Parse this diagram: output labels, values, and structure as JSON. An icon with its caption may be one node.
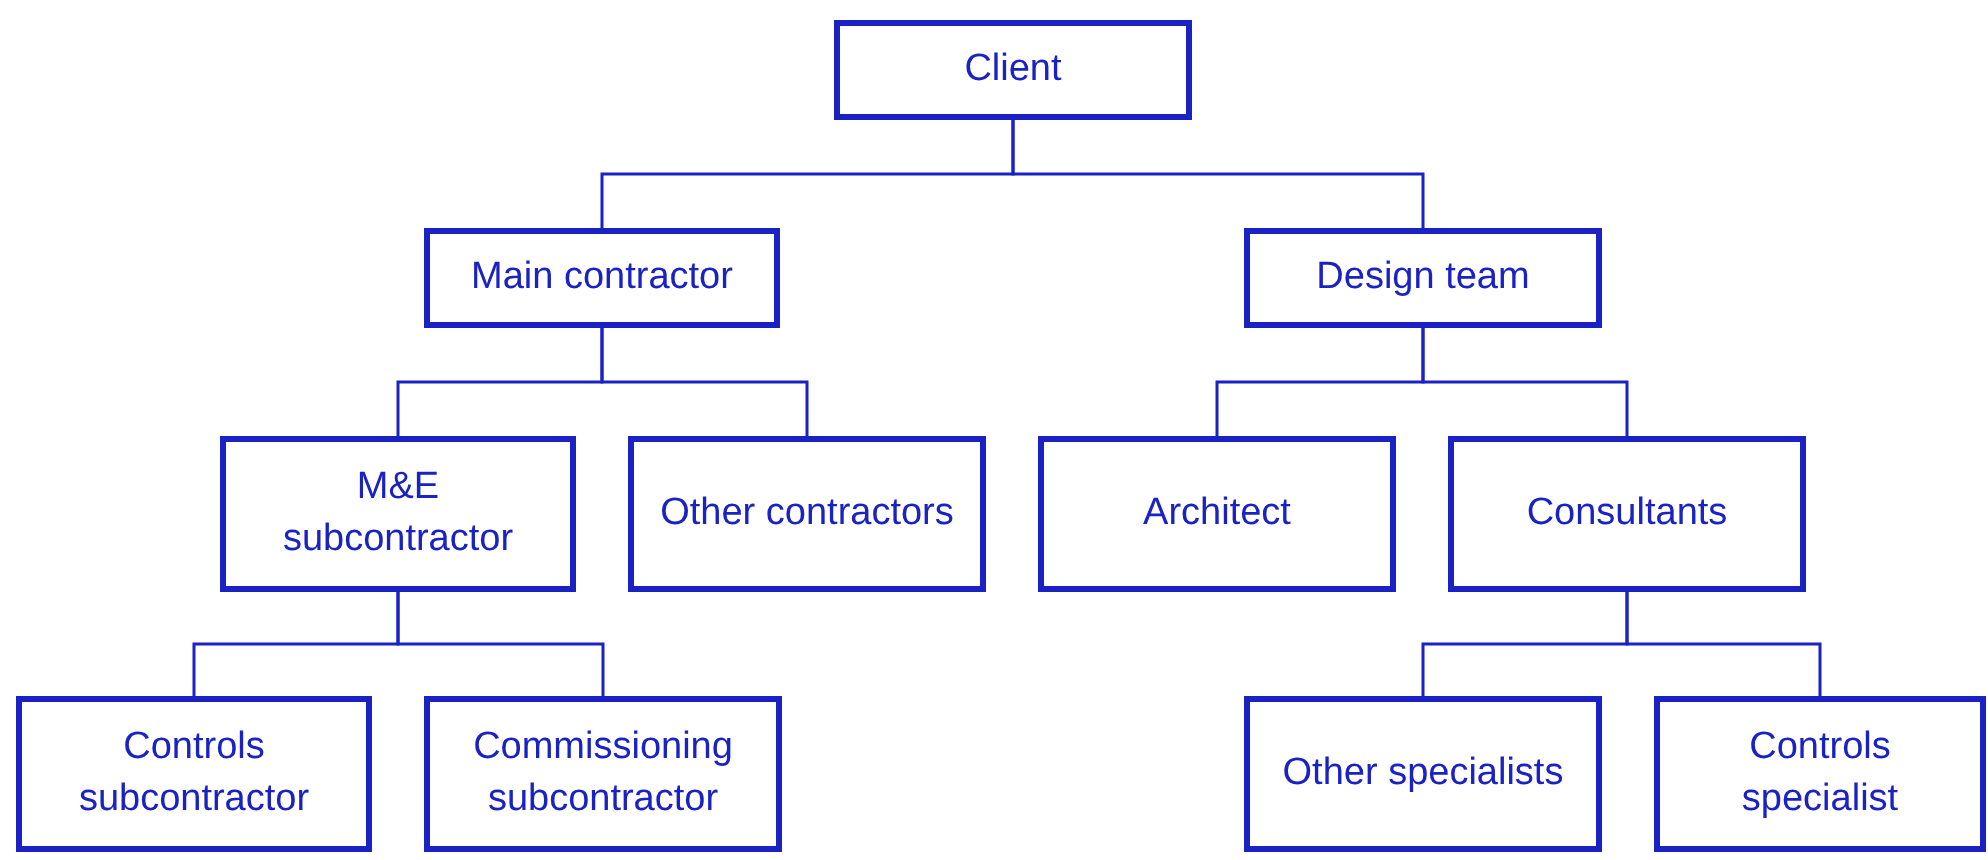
{
  "diagram": {
    "nodes": [
      {
        "text": [
          "Client"
        ]
      },
      {
        "text": [
          "Main contractor"
        ]
      },
      {
        "text": [
          "Design team"
        ]
      },
      {
        "text": [
          "M&E subcontractor"
        ]
      },
      {
        "text": [
          "Other contractors"
        ]
      },
      {
        "text": [
          "Architect"
        ]
      },
      {
        "text": [
          "Consultants"
        ]
      },
      {
        "text": [
          "Controls subcontractor"
        ]
      },
      {
        "text": [
          "Commissioning subcontractor"
        ]
      },
      {
        "text": [
          "Other specialists"
        ]
      },
      {
        "text": [
          "Controls specialist"
        ]
      }
    ],
    "edges": [
      {
        "from": 0,
        "to": 1,
        "arrow": "none"
      },
      {
        "from": 0,
        "to": 2,
        "arrow": "none"
      },
      {
        "from": 1,
        "to": 3,
        "arrow": "none"
      },
      {
        "from": 1,
        "to": 4,
        "arrow": "none"
      },
      {
        "from": 2,
        "to": 5,
        "arrow": "none"
      },
      {
        "from": 2,
        "to": 6,
        "arrow": "none"
      },
      {
        "from": 3,
        "to": 7,
        "arrow": "none"
      },
      {
        "from": 3,
        "to": 8,
        "arrow": "none"
      },
      {
        "from": 6,
        "to": 9,
        "arrow": "none"
      },
      {
        "from": 6,
        "to": 10,
        "arrow": "none"
      }
    ]
  }
}
